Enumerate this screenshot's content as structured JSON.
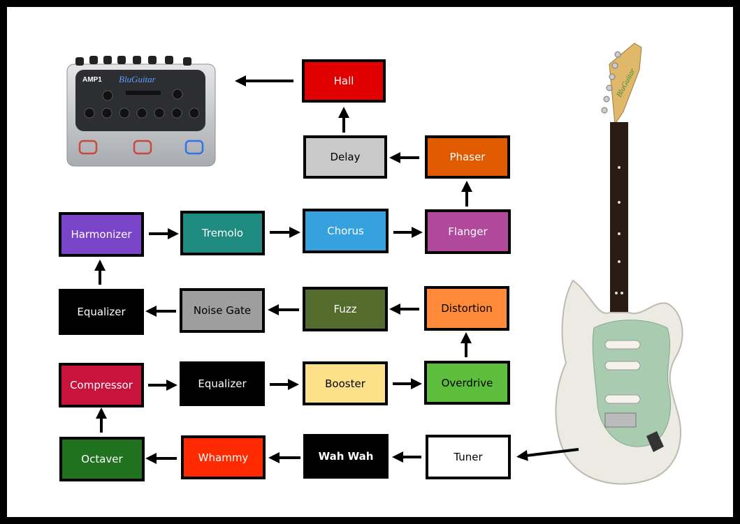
{
  "pedals": {
    "hall": {
      "label": "Hall",
      "color": "#e00000"
    },
    "delay": {
      "label": "Delay",
      "color": "#c9c9c9"
    },
    "phaser": {
      "label": "Phaser",
      "color": "#e05a00"
    },
    "harmonizer": {
      "label": "Harmonizer",
      "color": "#7a44c8"
    },
    "tremolo": {
      "label": "Tremolo",
      "color": "#1e8a80"
    },
    "chorus": {
      "label": "Chorus",
      "color": "#35a2de"
    },
    "flanger": {
      "label": "Flanger",
      "color": "#b0489c"
    },
    "equalizer_top": {
      "label": "Equalizer",
      "color": "#000000"
    },
    "noise_gate": {
      "label": "Noise Gate",
      "color": "#9e9e9e"
    },
    "fuzz": {
      "label": "Fuzz",
      "color": "#536b2c"
    },
    "distortion": {
      "label": "Distortion",
      "color": "#ff8a3a"
    },
    "compressor": {
      "label": "Compressor",
      "color": "#c8143c"
    },
    "equalizer_mid": {
      "label": "Equalizer",
      "color": "#000000"
    },
    "booster": {
      "label": "Booster",
      "color": "#fce08a"
    },
    "overdrive": {
      "label": "Overdrive",
      "color": "#5cbe3c"
    },
    "octaver": {
      "label": "Octaver",
      "color": "#21721e"
    },
    "whammy": {
      "label": "Whammy",
      "color": "#ff2a00"
    },
    "wah_wah": {
      "label": "Wah Wah",
      "color": "#000000"
    },
    "tuner": {
      "label": "Tuner",
      "color": "#ffffff"
    }
  },
  "amp": {
    "model": "AMP1",
    "brand": "BluGuitar"
  },
  "guitar": {
    "brand": "BluGuitar"
  }
}
